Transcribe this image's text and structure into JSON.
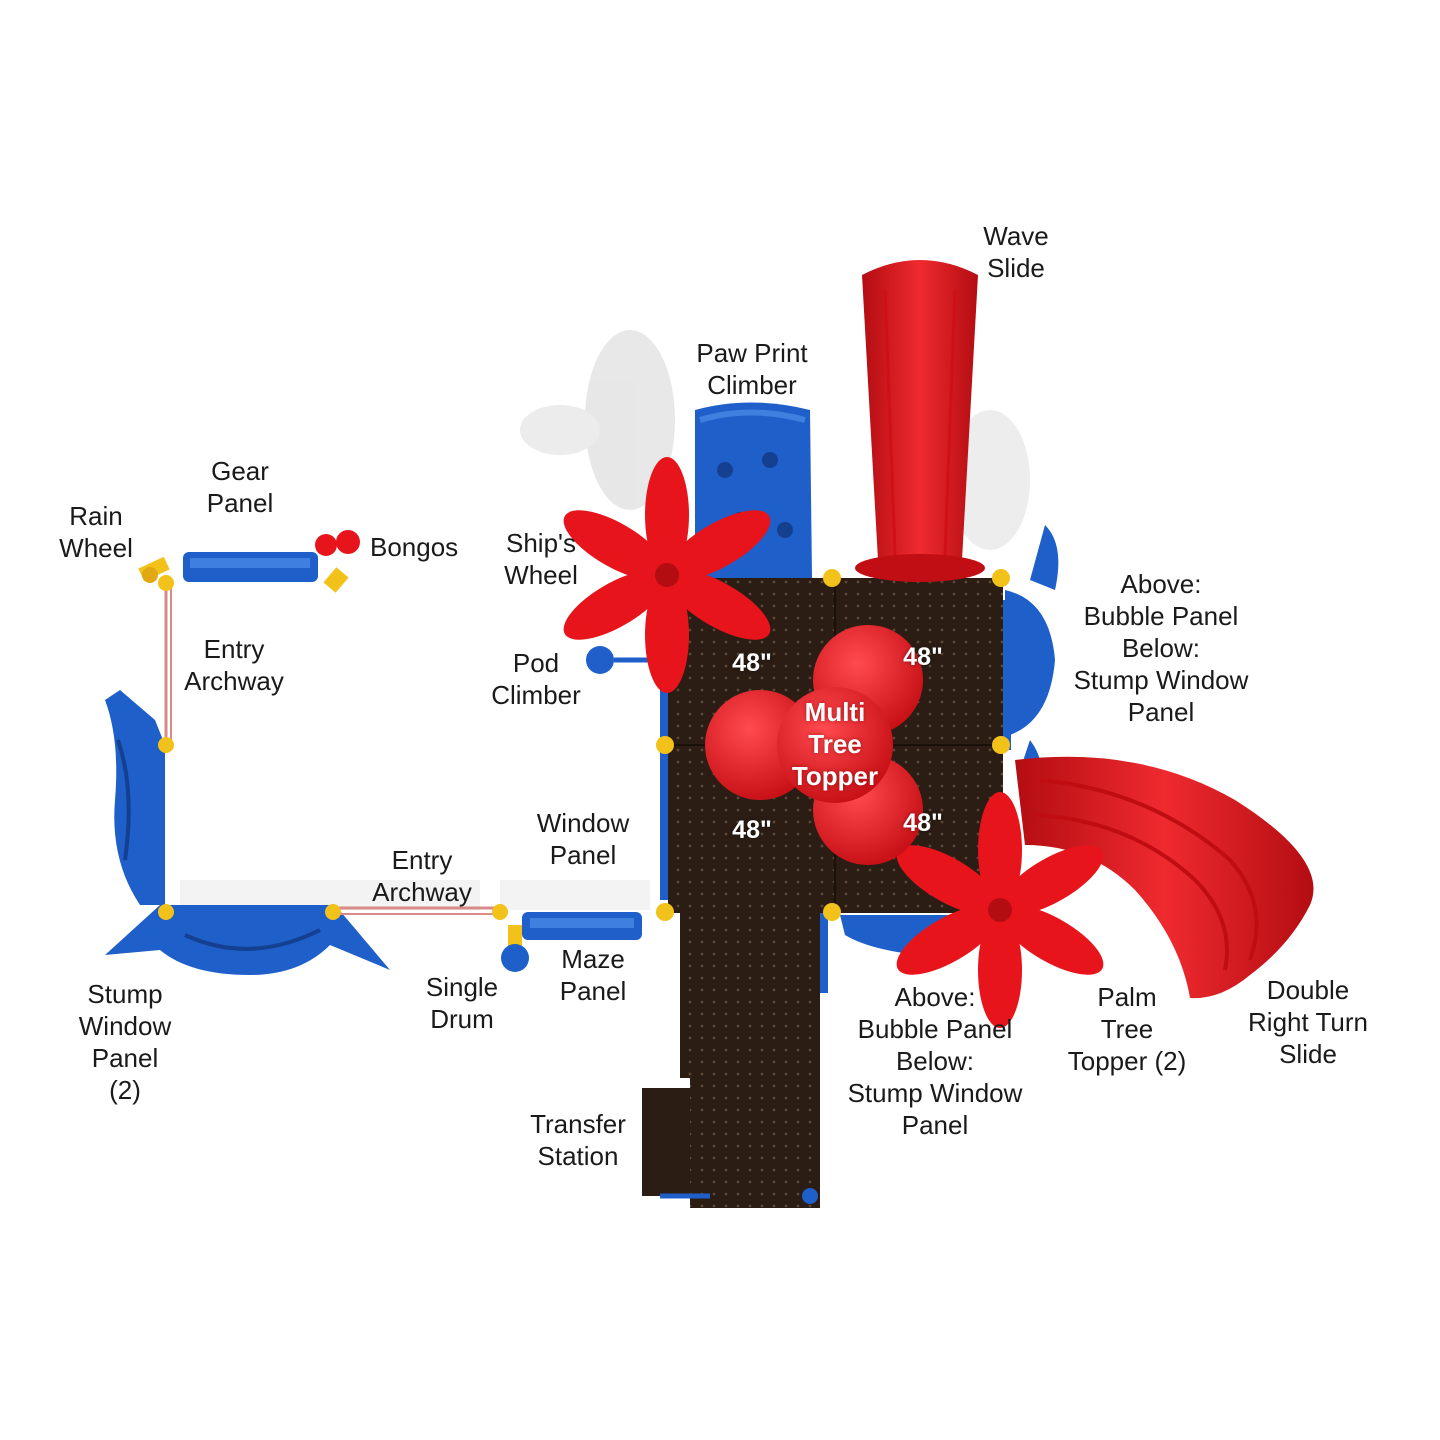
{
  "colors": {
    "blue": "#1f5fc9",
    "blue_dark": "#153f8f",
    "red": "#e8141c",
    "red_dark": "#b30d12",
    "deck": "#2b1d14",
    "yellow": "#f2c21a",
    "rail": "#d98a8a"
  },
  "labels": {
    "wave_slide": "Wave\nSlide",
    "paw_print_climber": "Paw Print\nClimber",
    "gear_panel": "Gear\nPanel",
    "rain_wheel": "Rain\nWheel",
    "bongos": "Bongos",
    "ships_wheel": "Ship's\nWheel",
    "entry_archway_top": "Entry\nArchway",
    "pod_climber": "Pod\nClimber",
    "above_bubble_right": "Above:\nBubble Panel\nBelow:\nStump Window\nPanel",
    "multi_tree_topper": "Multi\nTree\nTopper",
    "window_panel": "Window\nPanel",
    "entry_archway_bottom": "Entry\nArchway",
    "maze_panel": "Maze\nPanel",
    "single_drum": "Single\nDrum",
    "stump_window_panel": "Stump\nWindow\nPanel\n(2)",
    "above_bubble_bottom": "Above:\nBubble Panel\nBelow:\nStump Window\nPanel",
    "palm_tree_topper": "Palm\nTree\nTopper (2)",
    "double_right_turn_slide": "Double\nRight Turn\nSlide",
    "transfer_station": "Transfer\nStation"
  },
  "deck_heights": [
    "48\"",
    "48\"",
    "48\"",
    "48\""
  ],
  "icons": [
    "wave-slide-icon",
    "double-right-turn-slide-icon",
    "palm-tree-topper-icon",
    "multi-tree-topper-icon",
    "bongos-icon",
    "single-drum-icon",
    "rain-wheel-icon",
    "pod-climber-icon"
  ]
}
